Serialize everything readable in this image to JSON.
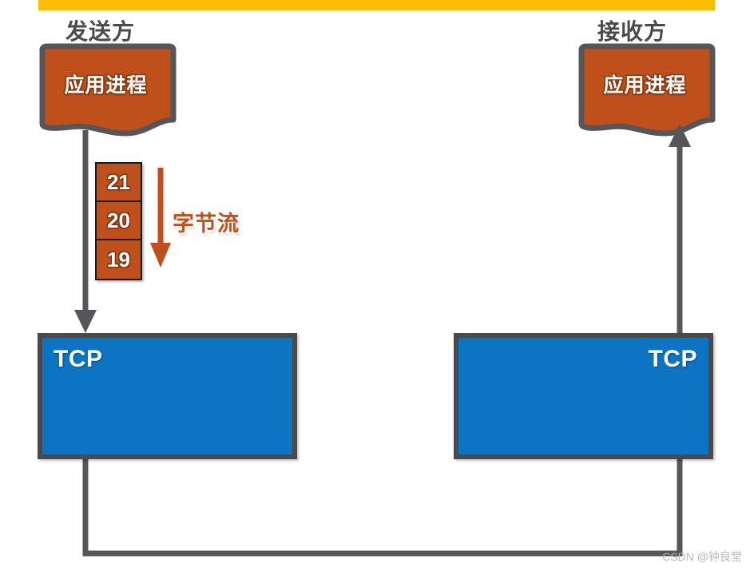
{
  "diagram": {
    "title_sender": "发送方",
    "title_receiver": "接收方",
    "top_bar_color": "#FBBC05",
    "accent_orange": "#C0501B",
    "accent_blue": "#0D74C4",
    "outline_gray": "#4a4a4a"
  },
  "sender": {
    "app_process_label": "应用进程",
    "tcp_label": "TCP"
  },
  "receiver": {
    "app_process_label": "应用进程",
    "tcp_label": "TCP"
  },
  "byte_stream": {
    "label": "字节流",
    "cells": [
      {
        "value": "21"
      },
      {
        "value": "20"
      },
      {
        "value": "19"
      }
    ]
  },
  "watermark": {
    "text": "CSDN @钟良堂"
  }
}
